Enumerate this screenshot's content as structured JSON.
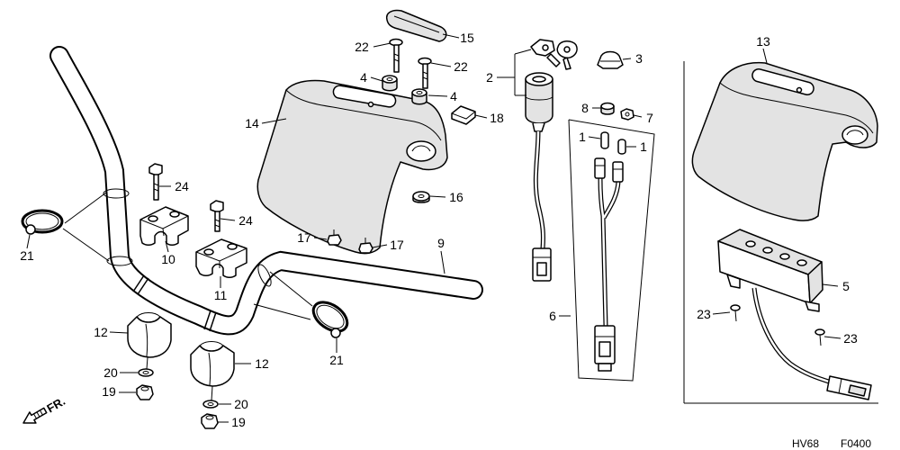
{
  "diagram": {
    "callouts": [
      "22",
      "15",
      "22",
      "4",
      "2",
      "3",
      "13",
      "14",
      "4",
      "18",
      "8",
      "7",
      "1",
      "1",
      "16",
      "24",
      "24",
      "10",
      "17",
      "17",
      "9",
      "21",
      "11",
      "12",
      "12",
      "20",
      "19",
      "20",
      "19",
      "21",
      "6",
      "23",
      "5",
      "23"
    ],
    "front_marker": "FR.",
    "code": "HV68",
    "ref": "F0400"
  }
}
